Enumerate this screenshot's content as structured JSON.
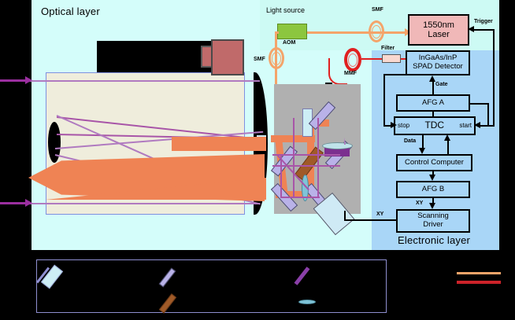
{
  "layers": {
    "optical_title": "Optical layer",
    "electronic_title": "Electronic layer",
    "light_source_title": "Light source"
  },
  "optical": {
    "aom_label": "AOM",
    "smf_top_label": "SMF",
    "smf_left_label": "SMF",
    "mmf_label": "MMF"
  },
  "electronics": {
    "laser": "1550nm\nLaser",
    "laser_line1": "1550nm",
    "laser_line2": "Laser",
    "detector_line1": "InGaAs/InP",
    "detector_line2": "SPAD Detector",
    "afg_a": "AFG A",
    "afg_b": "AFG B",
    "tdc": "TDC",
    "tdc_stop": "stop",
    "tdc_start": "start",
    "control_computer": "Control Computer",
    "scanning_driver_line1": "Scanning",
    "scanning_driver_line2": "Driver",
    "filter_label": "Filter",
    "trigger_label": "Trigger",
    "gate_label": "Gate",
    "data_label": "Data",
    "xy_label_top": "XY",
    "xy_label_left": "XY"
  },
  "legend": {
    "items": [
      {
        "name": "beam-splitter-swatch",
        "label": ""
      },
      {
        "name": "mirror-swatch",
        "label": ""
      },
      {
        "name": "dichroic-swatch",
        "label": ""
      },
      {
        "name": "scanning-mirror-swatch",
        "label": ""
      },
      {
        "name": "lens-swatch",
        "label": ""
      },
      {
        "name": "transmit-line-swatch",
        "label": ""
      },
      {
        "name": "receive-line-swatch",
        "label": ""
      }
    ]
  },
  "colors": {
    "optical_bg": "#d4fdfa",
    "light_source_bg": "#cdfaf4",
    "electronic_bg": "#a9d6f7",
    "laser_box": "#f0b8b8",
    "aom_green": "#8cc63f",
    "transmit_orange": "#f4a46a",
    "receive_red": "#e02020",
    "signal_purple": "#a855a8",
    "telescope_body": "#efeddc",
    "breadboard_gray": "#b0b0b0",
    "mirror_violet": "#b9b2e8",
    "scanning_mirror_brown": "#a05a28",
    "camera_rose": "#c06a6a"
  }
}
